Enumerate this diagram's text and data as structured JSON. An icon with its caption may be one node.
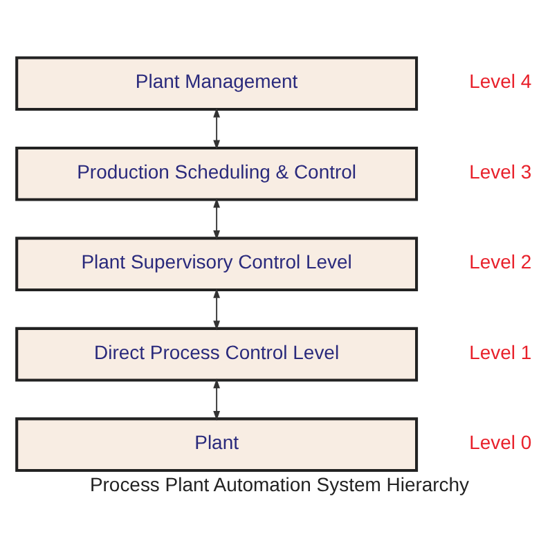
{
  "diagram": {
    "caption": "Process Plant Automation System Hierarchy",
    "nodes": [
      {
        "text": [
          "Plant Management"
        ],
        "beside": [
          "Level 4"
        ]
      },
      {
        "text": [
          "Production Scheduling & Control"
        ],
        "beside": [
          "Level 3"
        ]
      },
      {
        "text": [
          "Plant Supervisory Control Level"
        ],
        "beside": [
          "Level 2"
        ]
      },
      {
        "text": [
          "Direct Process Control Level"
        ],
        "beside": [
          "Level 1"
        ]
      },
      {
        "text": [
          "Plant"
        ],
        "beside": [
          "Level 0"
        ]
      }
    ],
    "edges": [
      {
        "from": 0,
        "to": 1,
        "arrow": "both"
      },
      {
        "from": 1,
        "to": 2,
        "arrow": "both"
      },
      {
        "from": 2,
        "to": 3,
        "arrow": "both"
      },
      {
        "from": 3,
        "to": 4,
        "arrow": "both"
      }
    ]
  }
}
